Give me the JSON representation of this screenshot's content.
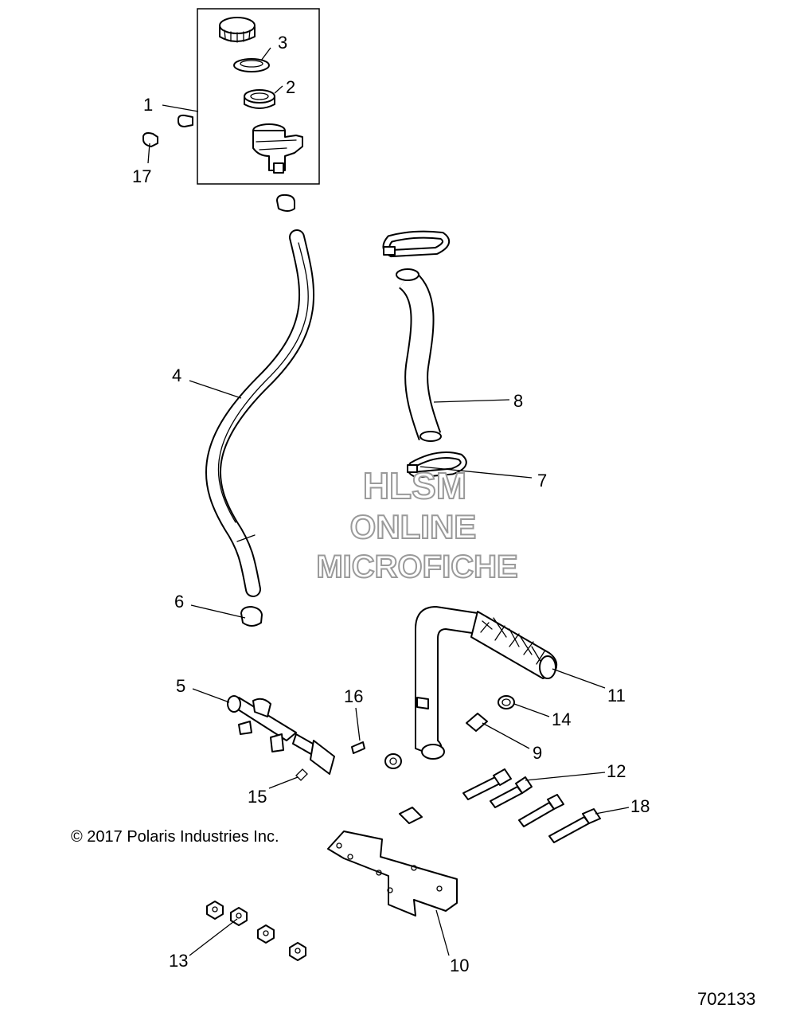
{
  "watermark": {
    "line1": "HLSM",
    "line2": "ONLINE",
    "line3": "MICROFICHE"
  },
  "copyright": "© 2017 Polaris Industries Inc.",
  "figure_number": "702133",
  "callouts": {
    "c1": "1",
    "c2": "2",
    "c3": "3",
    "c4": "4",
    "c5": "5",
    "c6": "6",
    "c7": "7",
    "c8": "8",
    "c9": "9",
    "c10": "10",
    "c11": "11",
    "c12": "12",
    "c13": "13",
    "c14": "14",
    "c15": "15",
    "c16": "16",
    "c17": "17",
    "c18": "18"
  }
}
